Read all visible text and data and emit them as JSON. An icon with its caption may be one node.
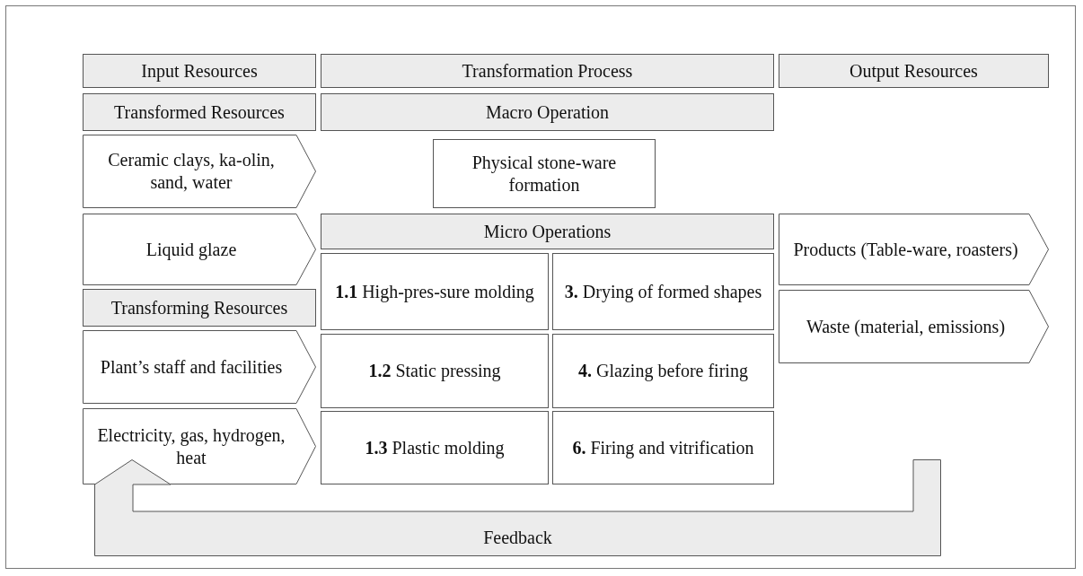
{
  "diagram": {
    "nodes": [
      {
        "text": [
          "Input Resources"
        ]
      },
      {
        "text": [
          "Transformation Process"
        ]
      },
      {
        "text": [
          "Output Resources"
        ]
      },
      {
        "text": [
          "Transformed Resources"
        ]
      },
      {
        "text": [
          "Macro Operation"
        ]
      },
      {
        "text": [
          "Ceramic clays, ka-olin, sand, water"
        ]
      },
      {
        "text": [
          "Physical stone-ware formation"
        ]
      },
      {
        "text": [
          "Liquid glaze"
        ]
      },
      {
        "text": [
          "Micro Operations"
        ]
      },
      {
        "text": [
          "Products (Table-ware, roasters)"
        ]
      },
      {
        "text": [
          "**1.1** High-pres-sure molding"
        ]
      },
      {
        "text": [
          "**3.** Drying of formed shapes"
        ]
      },
      {
        "text": [
          "Transforming Resources"
        ]
      },
      {
        "text": [
          "Waste (material, emissions)"
        ]
      },
      {
        "text": [
          "Plant’s staff and facilities"
        ]
      },
      {
        "text": [
          "**1.2** Static pressing"
        ]
      },
      {
        "text": [
          "**4.** Glazing before firing"
        ]
      },
      {
        "text": [
          "Electricity, gas, hydrogen, heat"
        ]
      },
      {
        "text": [
          "**1.3** Plastic molding"
        ]
      },
      {
        "text": [
          "**6.** Firing and vitrification"
        ]
      },
      {
        "text": [
          "Feedback"
        ]
      }
    ],
    "edges": []
  }
}
